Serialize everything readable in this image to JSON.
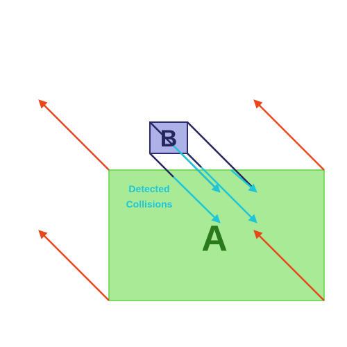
{
  "labels": {
    "box_a": "A",
    "box_b": "B",
    "collision_line1": "Detected",
    "collision_line2": "Collisions"
  },
  "colors": {
    "box_a_fill": "#a8ea96",
    "box_a_stroke": "#5bd440",
    "box_a_text": "#2a7a1c",
    "box_b_fill": "#a7a9e6",
    "box_b_stroke": "#2d2d6e",
    "box_b_text": "#26265e",
    "sweep_lines": "#26265e",
    "velocity_arrows": "#e8461b",
    "collision_arrows": "#1ec6d8",
    "collision_text": "#1ec6d8"
  }
}
